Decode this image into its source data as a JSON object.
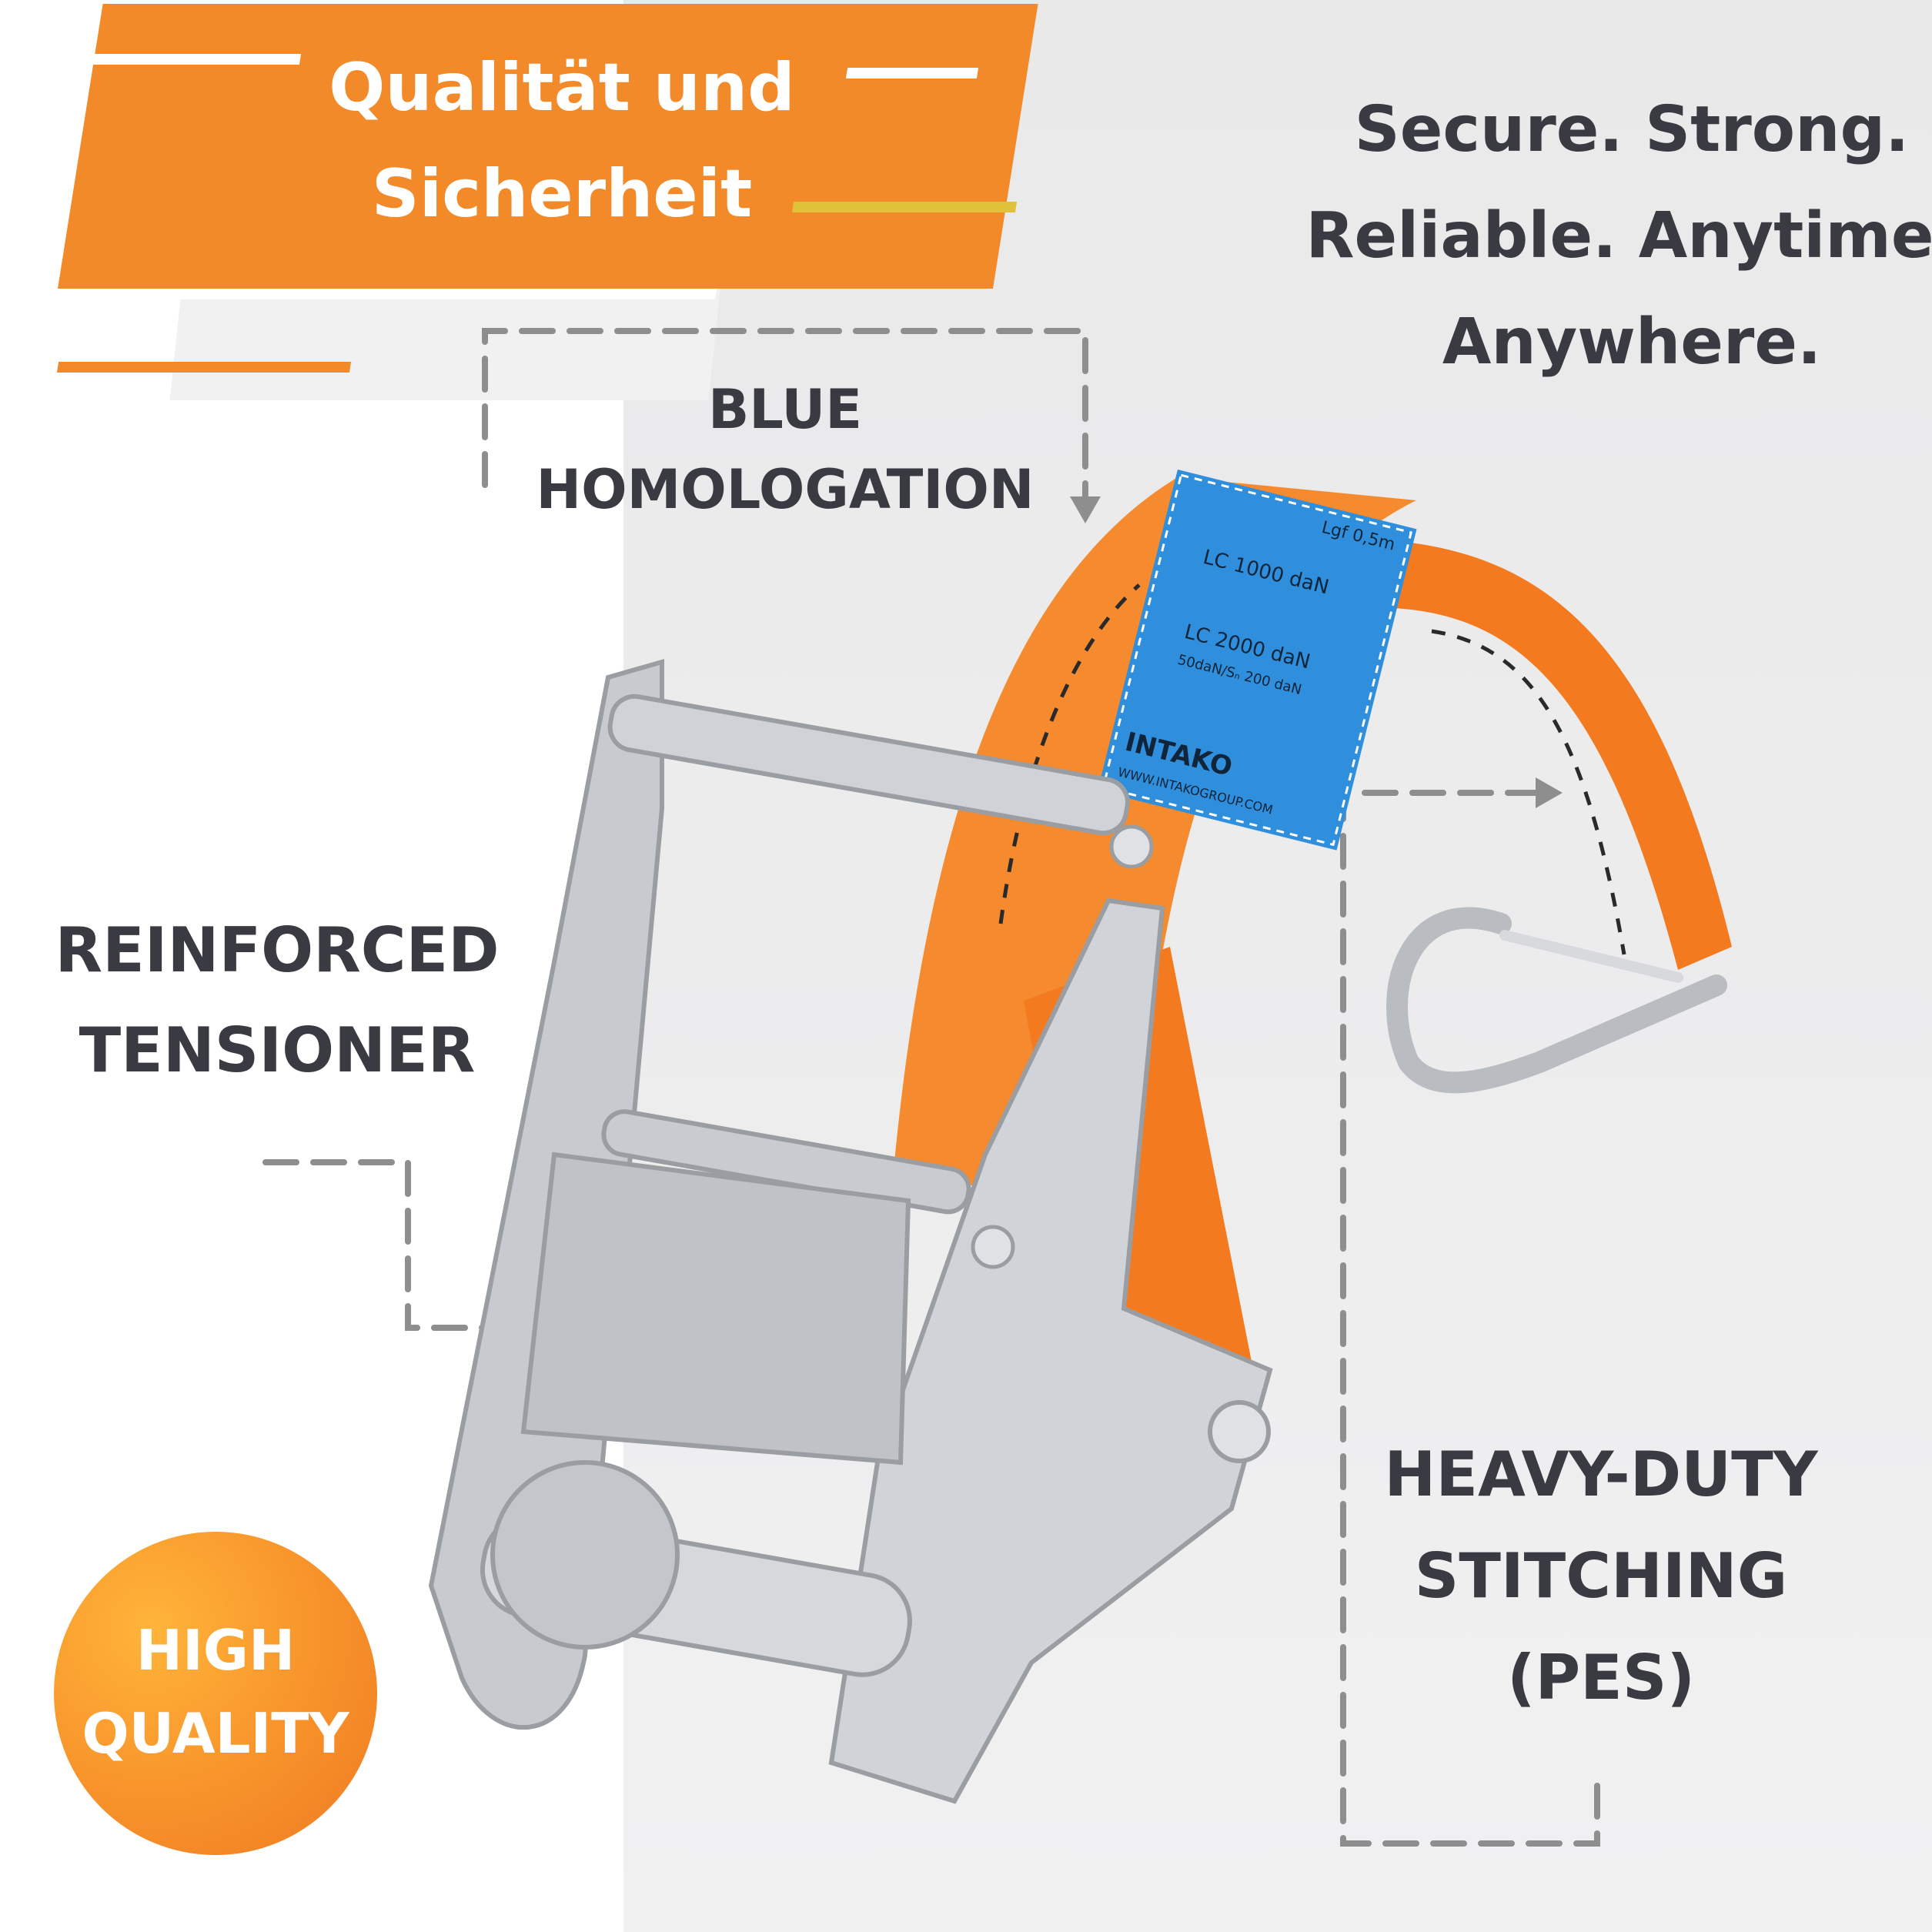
{
  "banner": {
    "title_line1": "Qualität und",
    "title_line2": "Sicherheit",
    "color": "#f28a2a",
    "accent_yellow": "#e0c23a"
  },
  "tagline": {
    "line1": "Secure. Strong.",
    "line2": "Reliable. Anytime,",
    "line3": "Anywhere."
  },
  "callouts": {
    "blue_homologation": {
      "line1": "BLUE",
      "line2": "HOMOLOGATION"
    },
    "reinforced_tensioner": {
      "line1": "REINFORCED",
      "line2": "TENSIONER"
    },
    "heavy_duty_stitching": {
      "line1": "HEAVY-DUTY",
      "line2": "STITCHING",
      "line3": "(PES)"
    }
  },
  "badge": {
    "line1": "HIGH",
    "line2": "QUALITY"
  },
  "strap_label": {
    "top": "Lgf 0,5m",
    "lc1": "LC 1000 daN",
    "lc2": "LC 2000 daN",
    "tension": "50daN/Sₙ 200 daN",
    "brand": "INTAKO",
    "url": "WWW.INTAKOGROUP.COM"
  },
  "colors": {
    "text_dark": "#3a3a42",
    "strap_orange": "#f47a1f",
    "label_blue": "#2f8fdc",
    "metal": "#c9ccd0",
    "dash": "#8e8e8e"
  }
}
